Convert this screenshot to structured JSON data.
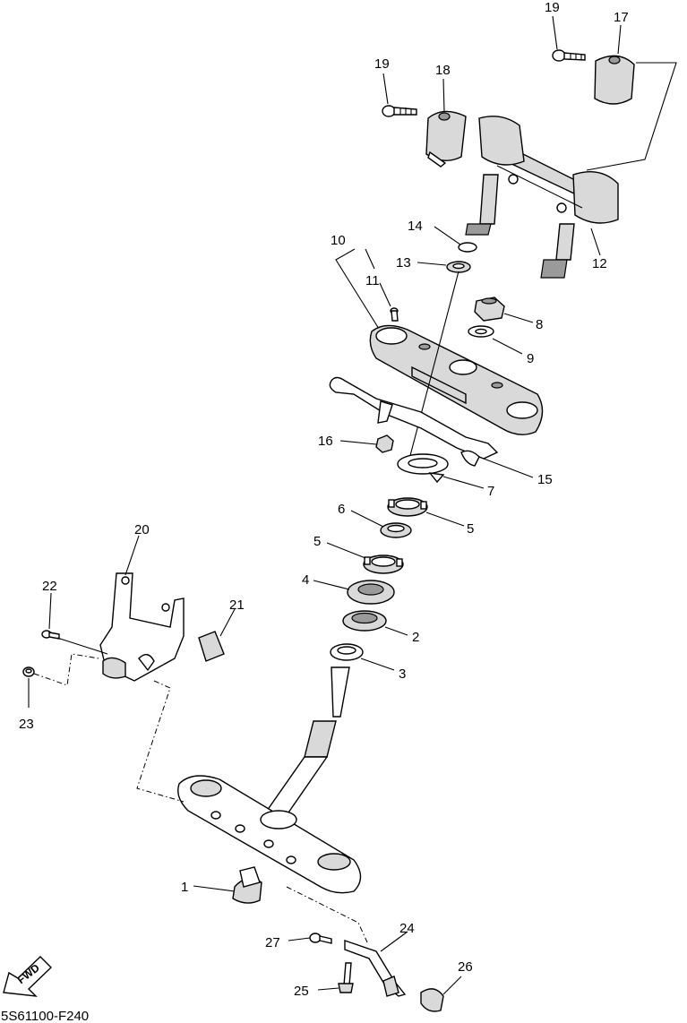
{
  "diagram": {
    "part_numbers": {
      "p1": "1",
      "p2": "2",
      "p3": "3",
      "p4": "4",
      "p5a": "5",
      "p5b": "5",
      "p6": "6",
      "p7": "7",
      "p8": "8",
      "p9": "9",
      "p10": "10",
      "p11": "11",
      "p12": "12",
      "p13": "13",
      "p14": "14",
      "p15": "15",
      "p16": "16",
      "p17": "17",
      "p18": "18",
      "p19a": "19",
      "p19b": "19",
      "p20": "20",
      "p21": "21",
      "p22": "22",
      "p23": "23",
      "p24": "24",
      "p25": "25",
      "p26": "26",
      "p27": "27"
    },
    "fwd_label": "FWD",
    "drawing_code": "5S61100-F240"
  }
}
